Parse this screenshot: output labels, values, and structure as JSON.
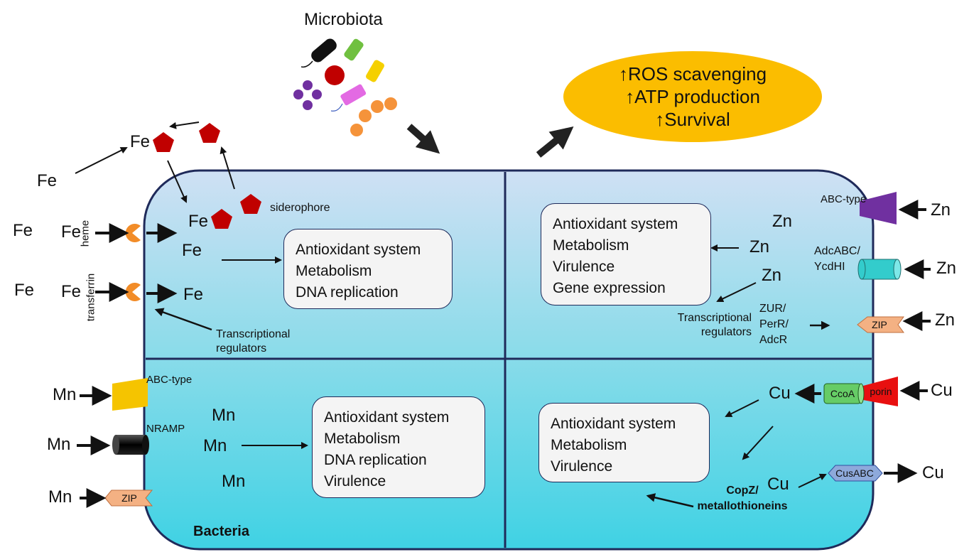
{
  "microbiota_title": "Microbiota",
  "effects": [
    "↑ROS scavenging",
    "↑ATP production",
    "↑Survival"
  ],
  "bacteria_label": "Bacteria",
  "iron": {
    "fe": "Fe",
    "siderophore": "siderophore",
    "heme": "heme",
    "transferrin": "transferrin",
    "regulators": [
      "Transcriptional",
      "regulators"
    ],
    "box": [
      "Antioxidant system",
      "Metabolism",
      "DNA replication"
    ]
  },
  "zinc": {
    "zn": "Zn",
    "abc": "ABC-type",
    "adc": [
      "AdcABC/",
      "YcdHI"
    ],
    "zip": "ZIP",
    "regulators": [
      "Transcriptional",
      "regulators"
    ],
    "zur": [
      "ZUR/",
      "PerR/",
      "AdcR"
    ],
    "box": [
      "Antioxidant system",
      "Metabolism",
      "Virulence",
      "Gene expression"
    ]
  },
  "manganese": {
    "mn": "Mn",
    "abc": "ABC-type",
    "nramp": "NRAMP",
    "zip": "ZIP",
    "box": [
      "Antioxidant system",
      "Metabolism",
      "DNA replication",
      "Virulence"
    ]
  },
  "copper": {
    "cu": "Cu",
    "ccoa": "CcoA",
    "porin": "porin",
    "cusabc": "CusABC",
    "copz": [
      "CopZ/",
      "metallothioneins"
    ],
    "box": [
      "Antioxidant system",
      "Metabolism",
      "Virulence"
    ]
  },
  "colors": {
    "cell_border": "#1f2a5a",
    "siderophore": "#c00000",
    "receptor": "#f28c28",
    "effect_oval": "#fbbd00",
    "abc_zn": "#7030a0",
    "adc": "#33cccc",
    "zip": "#f4b183",
    "abc_mn": "#f5c400",
    "porin": "#e81010",
    "ccoa": "#66cc66",
    "cusabc": "#8ea9db"
  }
}
